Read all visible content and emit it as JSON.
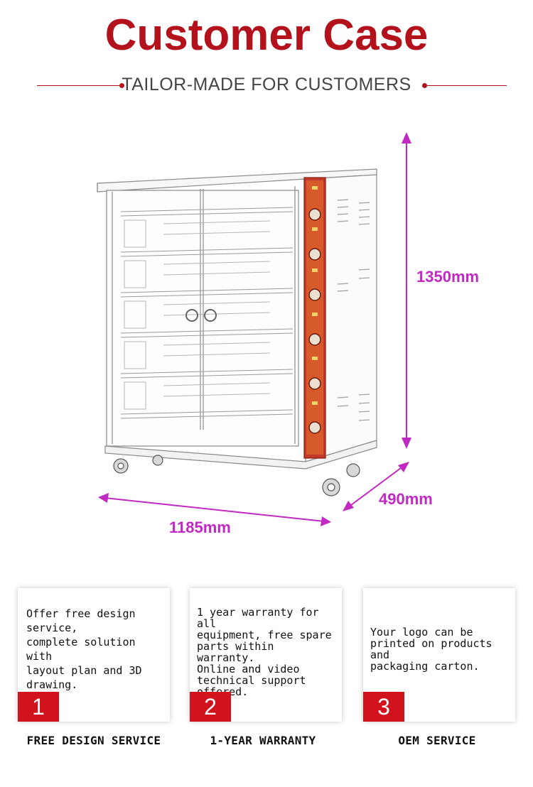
{
  "header": {
    "title": "Customer Case",
    "subtitle": "TAILOR-MADE FOR CUSTOMERS"
  },
  "product": {
    "height_label": "1350mm",
    "width_label": "1185mm",
    "depth_label": "490mm"
  },
  "cards": [
    {
      "number": "1",
      "text": "Offer free design\nservice,\ncomplete solution with\nlayout plan and 3D\ndrawing.",
      "title": "FREE DESIGN SERVICE"
    },
    {
      "number": "2",
      "text": "1 year warranty for all\nequipment, free spare\nparts within warranty.\nOnline and video\ntechnical support\noffered.",
      "title": "1-YEAR WARRANTY"
    },
    {
      "number": "3",
      "text": "Your logo can be\nprinted on products and\npackaging carton.",
      "title": "OEM SERVICE"
    }
  ],
  "colors": {
    "brand_red": "#b3121d",
    "badge_red": "#d0131d",
    "dimension_magenta": "#c228c2"
  }
}
